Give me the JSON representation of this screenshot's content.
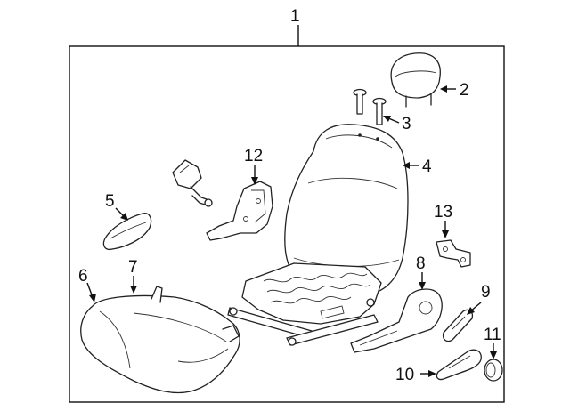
{
  "callouts": {
    "c1": "1",
    "c2": "2",
    "c3": "3",
    "c4": "4",
    "c5": "5",
    "c6": "6",
    "c7": "7",
    "c8": "8",
    "c9": "9",
    "c10": "10",
    "c11": "11",
    "c12": "12",
    "c13": "13"
  },
  "parts": [
    "headrest",
    "headrest-guide-pins",
    "seat-back",
    "side-cover",
    "seat-cushion-pad",
    "cushion-cover",
    "recliner-cover",
    "recliner-knob",
    "lever-handle",
    "cap",
    "buckle-bracket",
    "bracket",
    "seat-frame",
    "seat-belt-buckle"
  ]
}
